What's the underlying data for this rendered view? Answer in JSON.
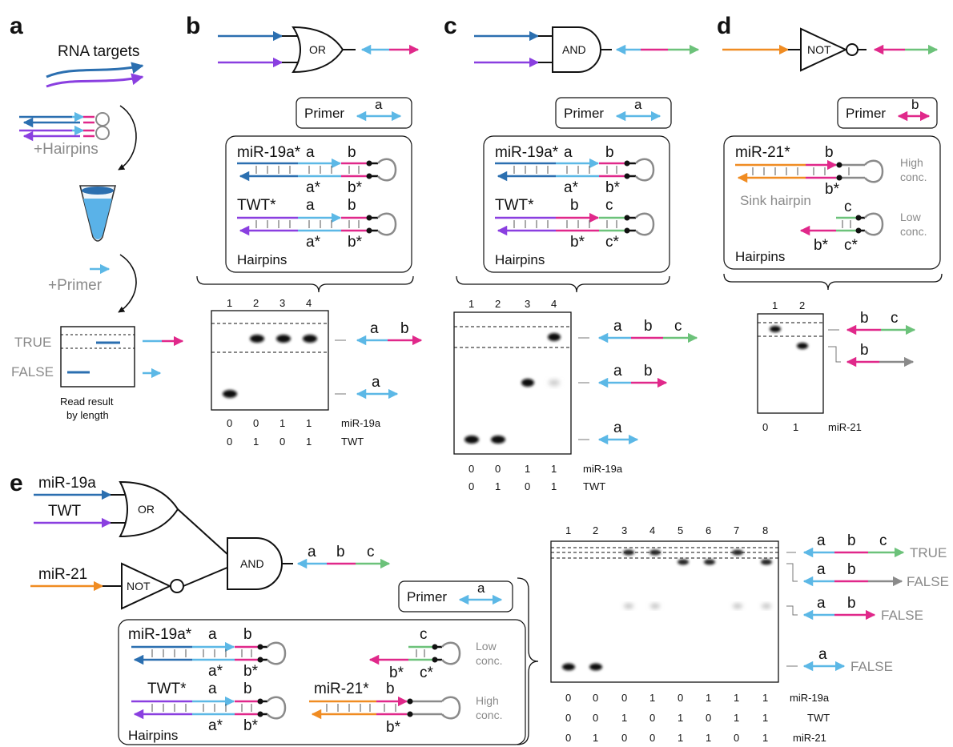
{
  "colors": {
    "blue": "#2b6fb0",
    "purple": "#8a3fe0",
    "light_blue": "#5cb8e6",
    "pink": "#e0288a",
    "green": "#6cc27a",
    "orange": "#f08c22",
    "gray": "#8a8a8a",
    "black": "#111111"
  },
  "panels": {
    "a": "a",
    "b": "b",
    "c": "c",
    "d": "d",
    "e": "e"
  },
  "panel_a": {
    "rna_targets": "RNA targets",
    "hairpins": "+Hairpins",
    "primer": "+Primer",
    "true_label": "TRUE",
    "false_label": "FALSE",
    "read_line1": "Read result",
    "read_line2": "by length"
  },
  "panel_b": {
    "gate": "OR",
    "primer_label": "Primer",
    "primer_domain": "a",
    "hp1_name": "miR-19a*",
    "hp1_d1": "a",
    "hp1_d2": "b",
    "hp1_c1": "a*",
    "hp1_c2": "b*",
    "hp2_name": "TWT*",
    "hp2_d1": "a",
    "hp2_d2": "b",
    "hp2_c1": "a*",
    "hp2_c2": "b*",
    "hairpins_label": "Hairpins",
    "lanes": [
      "1",
      "2",
      "3",
      "4"
    ],
    "product_long": [
      "a",
      "b"
    ],
    "product_short": [
      "a"
    ],
    "row1": {
      "values": [
        "0",
        "0",
        "1",
        "1"
      ],
      "label": "miR-19a"
    },
    "row2": {
      "values": [
        "0",
        "1",
        "0",
        "1"
      ],
      "label": "TWT"
    }
  },
  "panel_c": {
    "gate": "AND",
    "primer_label": "Primer",
    "primer_domain": "a",
    "hp1_name": "miR-19a*",
    "hp1_d1": "a",
    "hp1_d2": "b",
    "hp1_c1": "a*",
    "hp1_c2": "b*",
    "hp2_name": "TWT*",
    "hp2_d1": "b",
    "hp2_d2": "c",
    "hp2_c1": "b*",
    "hp2_c2": "c*",
    "hairpins_label": "Hairpins",
    "lanes": [
      "1",
      "2",
      "3",
      "4"
    ],
    "product_abc": [
      "a",
      "b",
      "c"
    ],
    "product_ab": [
      "a",
      "b"
    ],
    "product_a": [
      "a"
    ],
    "row1": {
      "values": [
        "0",
        "0",
        "1",
        "1"
      ],
      "label": "miR-19a"
    },
    "row2": {
      "values": [
        "0",
        "1",
        "0",
        "1"
      ],
      "label": "TWT"
    }
  },
  "panel_d": {
    "gate": "NOT",
    "primer_label": "Primer",
    "primer_domain": "b",
    "hp1_name": "miR-21*",
    "hp1_d1": "b",
    "hp1_c1": "b*",
    "sink_label": "Sink hairpin",
    "high_conc_1": "High",
    "high_conc_2": "conc.",
    "hp2_d1": "c",
    "hp2_c1": "b*",
    "hp2_c2": "c*",
    "low_conc_1": "Low",
    "low_conc_2": "conc.",
    "hairpins_label": "Hairpins",
    "lanes": [
      "1",
      "2"
    ],
    "product_bc": [
      "b",
      "c"
    ],
    "product_b": [
      "b"
    ],
    "row1": {
      "values": [
        "0",
        "1"
      ],
      "label": "miR-21"
    }
  },
  "panel_e": {
    "in1": "miR-19a",
    "in2": "TWT",
    "in3": "miR-21",
    "gate_or": "OR",
    "gate_and": "AND",
    "gate_not": "NOT",
    "out_domains": [
      "a",
      "b",
      "c"
    ],
    "primer_label": "Primer",
    "primer_domain": "a",
    "hp1_name": "miR-19a*",
    "hp1_d1": "a",
    "hp1_d2": "b",
    "hp1_c1": "a*",
    "hp1_c2": "b*",
    "hp2_name": "TWT*",
    "hp2_d1": "a",
    "hp2_d2": "b",
    "hp2_c1": "a*",
    "hp2_c2": "b*",
    "hp3_d1": "c",
    "hp3_c1": "b*",
    "hp3_c2": "c*",
    "low_conc_1": "Low",
    "low_conc_2": "conc.",
    "hp4_name": "miR-21*",
    "hp4_d1": "b",
    "hp4_c1": "b*",
    "high_conc_1": "High",
    "high_conc_2": "conc.",
    "hairpins_label": "Hairpins",
    "lanes": [
      "1",
      "2",
      "3",
      "4",
      "5",
      "6",
      "7",
      "8"
    ],
    "true_label": "TRUE",
    "false_label": "FALSE",
    "p1": [
      "a",
      "b",
      "c"
    ],
    "p2": [
      "a",
      "b"
    ],
    "p3": [
      "a",
      "b"
    ],
    "p4": [
      "a"
    ],
    "row1": {
      "values": [
        "0",
        "0",
        "0",
        "1",
        "0",
        "1",
        "1",
        "1"
      ],
      "label": "miR-19a"
    },
    "row2": {
      "values": [
        "0",
        "0",
        "1",
        "0",
        "1",
        "0",
        "1",
        "1"
      ],
      "label": "TWT"
    },
    "row3": {
      "values": [
        "0",
        "1",
        "0",
        "0",
        "1",
        "1",
        "0",
        "1"
      ],
      "label": "miR-21"
    }
  }
}
